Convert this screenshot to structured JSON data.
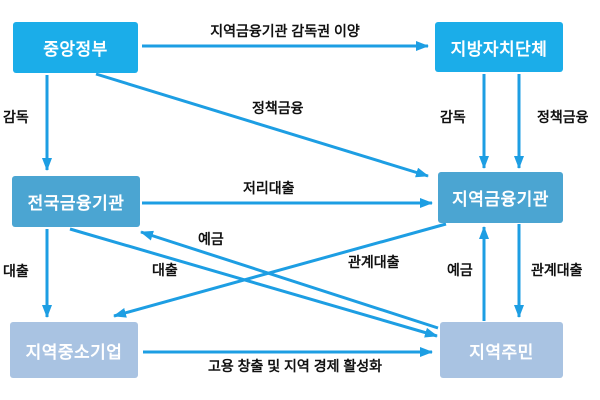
{
  "diagram": {
    "colors": {
      "bright_blue": "#1BADE9",
      "medium_blue": "#4BA5D2",
      "pale_blue": "#A9C3E2",
      "arrow_blue": "#1D9EE3",
      "label_text": "#111111",
      "node_text": "#ffffff"
    },
    "nodes": {
      "central_gov": {
        "label": "중앙정부",
        "color": "#1BADE9"
      },
      "local_gov": {
        "label": "지방자치단체",
        "color": "#1BADE9"
      },
      "national_fin": {
        "label": "전국금융기관",
        "color": "#4BA5D2"
      },
      "regional_fin": {
        "label": "지역금융기관",
        "color": "#4BA5D2"
      },
      "regional_sme": {
        "label": "지역중소기업",
        "color": "#A9C3E2"
      },
      "residents": {
        "label": "지역주민",
        "color": "#A9C3E2"
      }
    },
    "edges": {
      "transfer": {
        "label": "지역금융기관 감독권 이양",
        "from": "중앙정부",
        "to": "지방자치단체"
      },
      "supervise_left": {
        "label": "감독",
        "from": "중앙정부",
        "to": "전국금융기관"
      },
      "policy_diag": {
        "label": "정책금융",
        "from": "중앙정부",
        "to": "지역금융기관"
      },
      "supervise_right": {
        "label": "감독",
        "from": "지방자치단체",
        "to": "지역금융기관"
      },
      "policy_right": {
        "label": "정책금융",
        "from": "지방자치단체",
        "to": "지역금융기관"
      },
      "low_interest": {
        "label": "저리대출",
        "from": "전국금융기관",
        "to": "지역금융기관"
      },
      "loan_left": {
        "label": "대출",
        "from": "전국금융기관",
        "to": "지역중소기업"
      },
      "loan_diag": {
        "label": "대출",
        "from": "전국금융기관",
        "to": "지역주민"
      },
      "deposit_diag": {
        "label": "예금",
        "from": "지역주민",
        "to": "전국금융기관"
      },
      "relation_diag": {
        "label": "관계대출",
        "from": "지역금융기관",
        "to": "지역중소기업"
      },
      "deposit_vert": {
        "label": "예금",
        "from": "지역주민",
        "to": "지역금융기관"
      },
      "relation_vert": {
        "label": "관계대출",
        "from": "지역금융기관",
        "to": "지역주민"
      },
      "employment": {
        "label": "고용 창출 및 지역 경제 활성화",
        "from": "지역중소기업",
        "to": "지역주민"
      }
    }
  }
}
